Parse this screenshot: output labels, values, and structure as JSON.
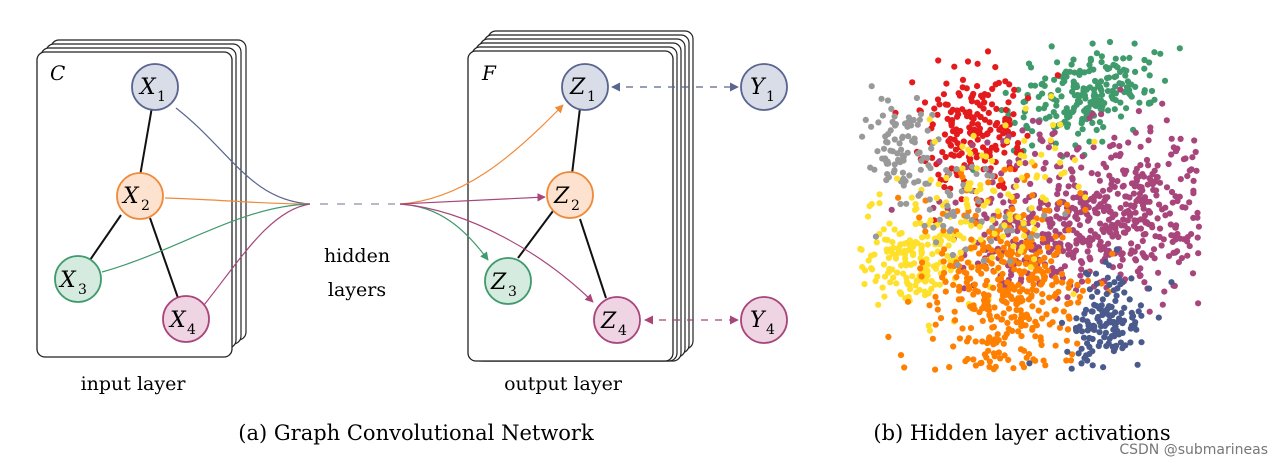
{
  "figure": {
    "caption_a": "(a) Graph Convolutional Network",
    "caption_b": "(b) Hidden layer activations"
  },
  "input_panel": {
    "letter": "C",
    "label": "input layer",
    "nodes": [
      {
        "main": "X",
        "sub": "1",
        "fill": "#d9dde8",
        "stroke": "#5a6591"
      },
      {
        "main": "X",
        "sub": "2",
        "fill": "#fde3cf",
        "stroke": "#ef8a3b"
      },
      {
        "main": "X",
        "sub": "3",
        "fill": "#d6ebe0",
        "stroke": "#3f9a6c"
      },
      {
        "main": "X",
        "sub": "4",
        "fill": "#efd4e3",
        "stroke": "#b04f85"
      }
    ]
  },
  "hidden": {
    "label_line1": "hidden",
    "label_line2": "layers"
  },
  "output_panel": {
    "letter": "F",
    "label": "output layer",
    "nodes": [
      {
        "main": "Z",
        "sub": "1",
        "fill": "#d9dde8",
        "stroke": "#5a6591"
      },
      {
        "main": "Z",
        "sub": "2",
        "fill": "#fde3cf",
        "stroke": "#ef8a3b"
      },
      {
        "main": "Z",
        "sub": "3",
        "fill": "#d6ebe0",
        "stroke": "#3f9a6c"
      },
      {
        "main": "Z",
        "sub": "4",
        "fill": "#efd4e3",
        "stroke": "#b04f85"
      }
    ]
  },
  "labels_panel": {
    "nodes": [
      {
        "main": "Y",
        "sub": "1",
        "fill": "#d9dde8",
        "stroke": "#5a6591"
      },
      {
        "main": "Y",
        "sub": "4",
        "fill": "#efd4e3",
        "stroke": "#b04f85"
      }
    ]
  },
  "activation_colors": {
    "green": "#3f9a6c",
    "red": "#e41a1c",
    "gray": "#999999",
    "magenta": "#a8457b",
    "yellow": "#ffe02a",
    "orange": "#ff7f00",
    "blue": "#4a5a8c"
  },
  "watermark": "CSDN @submarineas"
}
